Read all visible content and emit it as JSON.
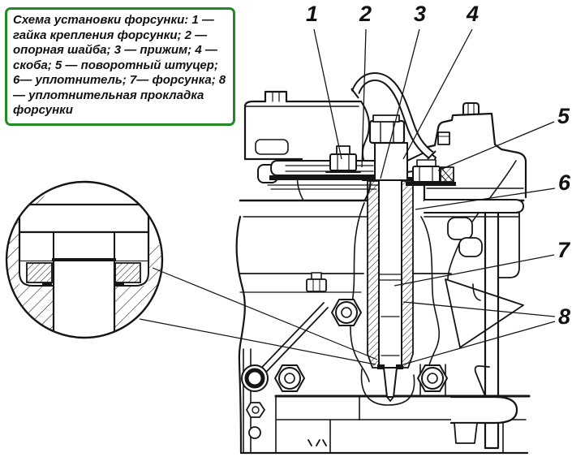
{
  "caption": {
    "text": "Схема установки форсунки: 1 — гайка крепления форсунки; 2 — опорная шайба; 3 — прижим; 4 — скоба; 5 — поворотный штуцер; 6— уплотнитель; 7— форсунка; 8 — уплотнительная прокладка форсунки",
    "border_color": "#228a22"
  },
  "callouts": [
    {
      "label": "1",
      "part": "гайка крепления форсунки"
    },
    {
      "label": "2",
      "part": "опорная шайба"
    },
    {
      "label": "3",
      "part": "прижим"
    },
    {
      "label": "4",
      "part": "скоба"
    },
    {
      "label": "5",
      "part": "поворотный штуцер"
    },
    {
      "label": "6",
      "part": "уплотнитель"
    },
    {
      "label": "7",
      "part": "форсунка"
    },
    {
      "label": "8",
      "part": "уплотнительная прокладка форсунки"
    }
  ],
  "colors": {
    "line": "#151515",
    "background": "#ffffff",
    "caption_border": "#228a22"
  }
}
